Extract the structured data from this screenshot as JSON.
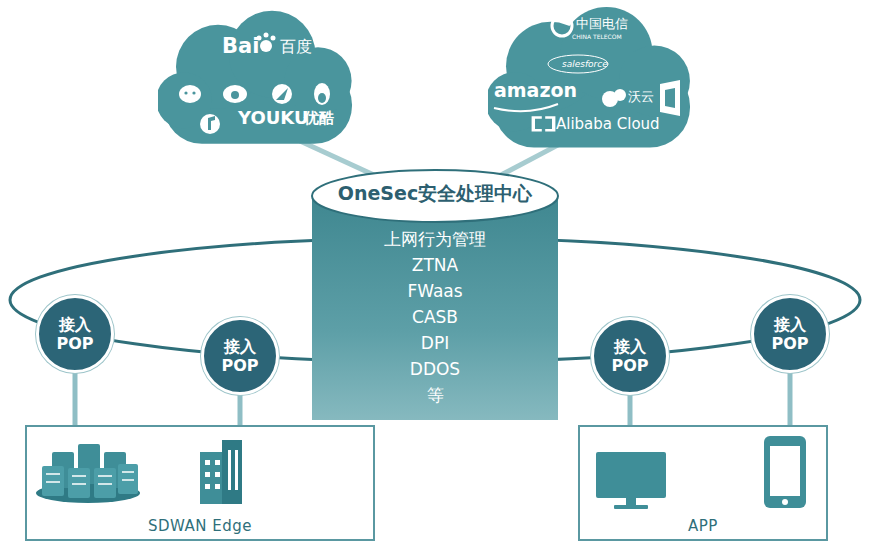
{
  "diagram": {
    "nodes": [
      {
        "text": [
          "Bai",
          "百度",
          "YOUKU",
          "优酷"
        ]
      },
      {
        "text": [
          "中国电信",
          "CHINA TELECOM",
          "salesforce",
          "amazon",
          "沃云",
          "Alibaba Cloud"
        ]
      },
      {
        "text": [
          "OneSec安全处理中心",
          "上网行为管理",
          "ZTNA",
          "FWaas",
          "CASB",
          "DPI",
          "DDOS",
          "等"
        ]
      },
      {
        "text": [
          "接入 POP"
        ]
      },
      {
        "text": [
          "接入 POP"
        ]
      },
      {
        "text": [
          "接入 POP"
        ]
      },
      {
        "text": [
          "接入 POP"
        ]
      },
      {
        "text": [
          "SDWAN Edge"
        ]
      },
      {
        "text": [
          "APP"
        ]
      }
    ],
    "edges": [
      {
        "from": 0,
        "to": 2,
        "arrow": "none"
      },
      {
        "from": 1,
        "to": 2,
        "arrow": "none"
      },
      {
        "from": 3,
        "to": 7,
        "arrow": "none"
      },
      {
        "from": 4,
        "to": 7,
        "arrow": "none"
      },
      {
        "from": 5,
        "to": 8,
        "arrow": "none"
      },
      {
        "from": 6,
        "to": 8,
        "arrow": "none"
      }
    ]
  }
}
